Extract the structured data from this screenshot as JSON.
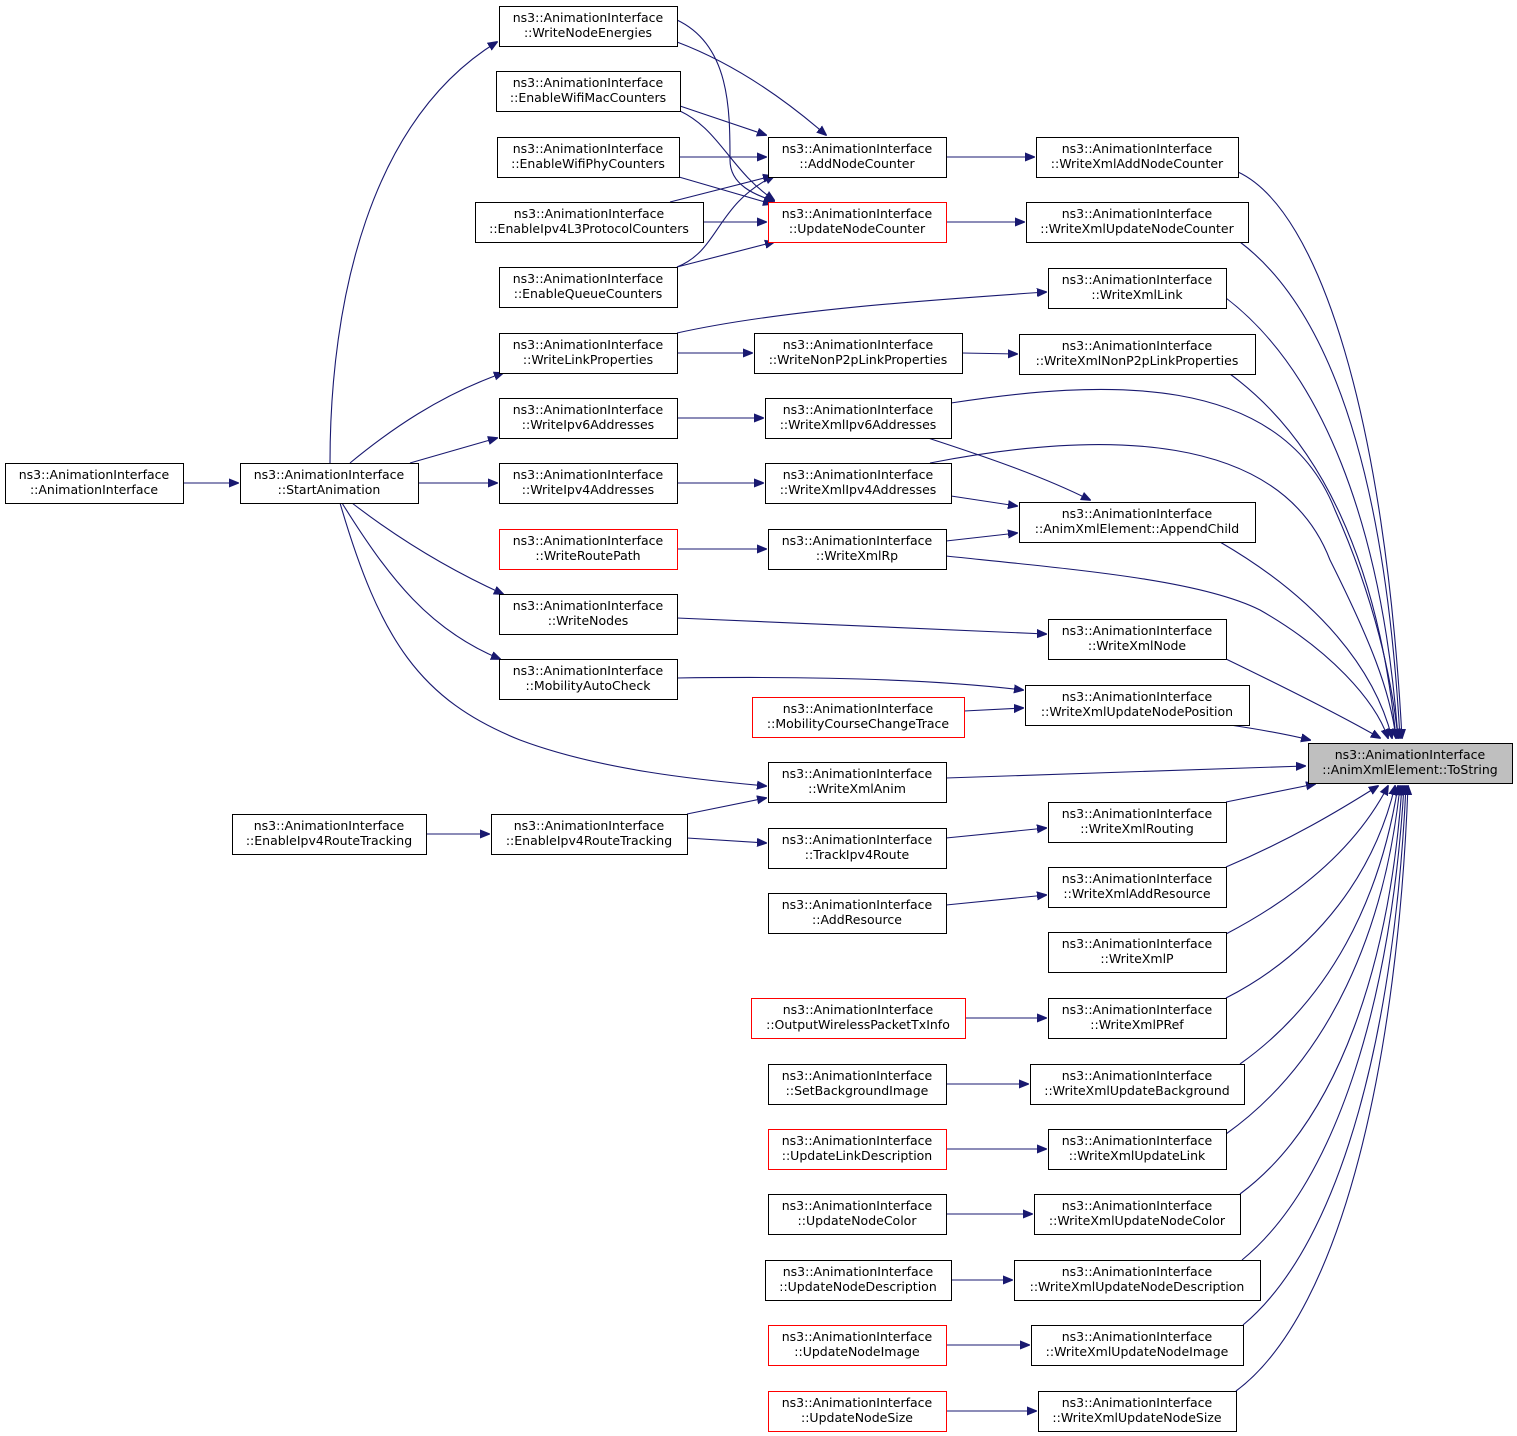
{
  "graph_title": "",
  "nodes": {
    "tostring": {
      "line1": "ns3::AnimationInterface",
      "line2": "::AnimXmlElement::ToString",
      "style": "focus"
    },
    "appendchild": {
      "line1": "ns3::AnimationInterface",
      "line2": "::AnimXmlElement::AppendChild",
      "style": "normal"
    },
    "wx_addnodecounter": {
      "line1": "ns3::AnimationInterface",
      "line2": "::WriteXmlAddNodeCounter",
      "style": "normal"
    },
    "wx_updnodecounter": {
      "line1": "ns3::AnimationInterface",
      "line2": "::WriteXmlUpdateNodeCounter",
      "style": "normal"
    },
    "wx_link": {
      "line1": "ns3::AnimationInterface",
      "line2": "::WriteXmlLink",
      "style": "normal"
    },
    "wx_nonp2p": {
      "line1": "ns3::AnimationInterface",
      "line2": "::WriteXmlNonP2pLinkProperties",
      "style": "normal"
    },
    "wx_node": {
      "line1": "ns3::AnimationInterface",
      "line2": "::WriteXmlNode",
      "style": "normal"
    },
    "wx_updnodepos": {
      "line1": "ns3::AnimationInterface",
      "line2": "::WriteXmlUpdateNodePosition",
      "style": "normal"
    },
    "wx_routing": {
      "line1": "ns3::AnimationInterface",
      "line2": "::WriteXmlRouting",
      "style": "normal"
    },
    "wx_addresource": {
      "line1": "ns3::AnimationInterface",
      "line2": "::WriteXmlAddResource",
      "style": "normal"
    },
    "wx_p": {
      "line1": "ns3::AnimationInterface",
      "line2": "::WriteXmlP",
      "style": "normal"
    },
    "wx_pref": {
      "line1": "ns3::AnimationInterface",
      "line2": "::WriteXmlPRef",
      "style": "normal"
    },
    "wx_updbg": {
      "line1": "ns3::AnimationInterface",
      "line2": "::WriteXmlUpdateBackground",
      "style": "normal"
    },
    "wx_updlink": {
      "line1": "ns3::AnimationInterface",
      "line2": "::WriteXmlUpdateLink",
      "style": "normal"
    },
    "wx_updnodecolor": {
      "line1": "ns3::AnimationInterface",
      "line2": "::WriteXmlUpdateNodeColor",
      "style": "normal"
    },
    "wx_updnodedesc": {
      "line1": "ns3::AnimationInterface",
      "line2": "::WriteXmlUpdateNodeDescription",
      "style": "normal"
    },
    "wx_updnodeimage": {
      "line1": "ns3::AnimationInterface",
      "line2": "::WriteXmlUpdateNodeImage",
      "style": "normal"
    },
    "wx_updnodesize": {
      "line1": "ns3::AnimationInterface",
      "line2": "::WriteXmlUpdateNodeSize",
      "style": "normal"
    },
    "addnodecounter": {
      "line1": "ns3::AnimationInterface",
      "line2": "::AddNodeCounter",
      "style": "normal"
    },
    "updnodecounter": {
      "line1": "ns3::AnimationInterface",
      "line2": "::UpdateNodeCounter",
      "style": "red"
    },
    "writenonp2p": {
      "line1": "ns3::AnimationInterface",
      "line2": "::WriteNonP2pLinkProperties",
      "style": "normal"
    },
    "wx_ipv6": {
      "line1": "ns3::AnimationInterface",
      "line2": "::WriteXmlIpv6Addresses",
      "style": "normal"
    },
    "wx_ipv4": {
      "line1": "ns3::AnimationInterface",
      "line2": "::WriteXmlIpv4Addresses",
      "style": "normal"
    },
    "wx_rp": {
      "line1": "ns3::AnimationInterface",
      "line2": "::WriteXmlRp",
      "style": "normal"
    },
    "mobilitycourse": {
      "line1": "ns3::AnimationInterface",
      "line2": "::MobilityCourseChangeTrace",
      "style": "red"
    },
    "wx_anim": {
      "line1": "ns3::AnimationInterface",
      "line2": "::WriteXmlAnim",
      "style": "normal"
    },
    "trackipv4": {
      "line1": "ns3::AnimationInterface",
      "line2": "::TrackIpv4Route",
      "style": "normal"
    },
    "addresource": {
      "line1": "ns3::AnimationInterface",
      "line2": "::AddResource",
      "style": "normal"
    },
    "outwireless": {
      "line1": "ns3::AnimationInterface",
      "line2": "::OutputWirelessPacketTxInfo",
      "style": "red"
    },
    "setbg": {
      "line1": "ns3::AnimationInterface",
      "line2": "::SetBackgroundImage",
      "style": "normal"
    },
    "updlinkdesc": {
      "line1": "ns3::AnimationInterface",
      "line2": "::UpdateLinkDescription",
      "style": "red"
    },
    "updnodecolor": {
      "line1": "ns3::AnimationInterface",
      "line2": "::UpdateNodeColor",
      "style": "normal"
    },
    "updnodedesc": {
      "line1": "ns3::AnimationInterface",
      "line2": "::UpdateNodeDescription",
      "style": "normal"
    },
    "updnodeimage": {
      "line1": "ns3::AnimationInterface",
      "line2": "::UpdateNodeImage",
      "style": "red"
    },
    "updnodesize": {
      "line1": "ns3::AnimationInterface",
      "line2": "::UpdateNodeSize",
      "style": "red"
    },
    "writenodeenergies": {
      "line1": "ns3::AnimationInterface",
      "line2": "::WriteNodeEnergies",
      "style": "normal"
    },
    "enwifimac": {
      "line1": "ns3::AnimationInterface",
      "line2": "::EnableWifiMacCounters",
      "style": "normal"
    },
    "enwifiphy": {
      "line1": "ns3::AnimationInterface",
      "line2": "::EnableWifiPhyCounters",
      "style": "normal"
    },
    "enipv4l3": {
      "line1": "ns3::AnimationInterface",
      "line2": "::EnableIpv4L3ProtocolCounters",
      "style": "normal"
    },
    "enqueue": {
      "line1": "ns3::AnimationInterface",
      "line2": "::EnableQueueCounters",
      "style": "normal"
    },
    "writelinkprops": {
      "line1": "ns3::AnimationInterface",
      "line2": "::WriteLinkProperties",
      "style": "normal"
    },
    "writeipv6": {
      "line1": "ns3::AnimationInterface",
      "line2": "::WriteIpv6Addresses",
      "style": "normal"
    },
    "writeipv4": {
      "line1": "ns3::AnimationInterface",
      "line2": "::WriteIpv4Addresses",
      "style": "normal"
    },
    "writeroutepath": {
      "line1": "ns3::AnimationInterface",
      "line2": "::WriteRoutePath",
      "style": "red"
    },
    "writenodes": {
      "line1": "ns3::AnimationInterface",
      "line2": "::WriteNodes",
      "style": "normal"
    },
    "mobilityauto": {
      "line1": "ns3::AnimationInterface",
      "line2": "::MobilityAutoCheck",
      "style": "normal"
    },
    "enipv4route_mid": {
      "line1": "ns3::AnimationInterface",
      "line2": "::EnableIpv4RouteTracking",
      "style": "normal"
    },
    "startanim": {
      "line1": "ns3::AnimationInterface",
      "line2": "::StartAnimation",
      "style": "normal"
    },
    "enipv4route_left": {
      "line1": "ns3::AnimationInterface",
      "line2": "::EnableIpv4RouteTracking",
      "style": "normal"
    },
    "animiface": {
      "line1": "ns3::AnimationInterface",
      "line2": "::AnimationInterface",
      "style": "normal"
    }
  },
  "edges": [
    [
      "wx_addnodecounter",
      "tostring"
    ],
    [
      "wx_updnodecounter",
      "tostring"
    ],
    [
      "wx_link",
      "tostring"
    ],
    [
      "wx_nonp2p",
      "tostring"
    ],
    [
      "wx_ipv6",
      "tostring"
    ],
    [
      "wx_ipv4",
      "tostring"
    ],
    [
      "appendchild",
      "tostring"
    ],
    [
      "wx_rp",
      "tostring"
    ],
    [
      "wx_node",
      "tostring"
    ],
    [
      "wx_updnodepos",
      "tostring"
    ],
    [
      "wx_anim",
      "tostring"
    ],
    [
      "wx_routing",
      "tostring"
    ],
    [
      "wx_addresource",
      "tostring"
    ],
    [
      "wx_p",
      "tostring"
    ],
    [
      "wx_pref",
      "tostring"
    ],
    [
      "wx_updbg",
      "tostring"
    ],
    [
      "wx_updlink",
      "tostring"
    ],
    [
      "wx_updnodecolor",
      "tostring"
    ],
    [
      "wx_updnodedesc",
      "tostring"
    ],
    [
      "wx_updnodeimage",
      "tostring"
    ],
    [
      "wx_updnodesize",
      "tostring"
    ],
    [
      "wx_ipv6",
      "appendchild"
    ],
    [
      "wx_ipv4",
      "appendchild"
    ],
    [
      "wx_rp",
      "appendchild"
    ],
    [
      "addnodecounter",
      "wx_addnodecounter"
    ],
    [
      "updnodecounter",
      "wx_updnodecounter"
    ],
    [
      "writelinkprops",
      "wx_link"
    ],
    [
      "writenonp2p",
      "wx_nonp2p"
    ],
    [
      "writenodes",
      "wx_node"
    ],
    [
      "mobilityauto",
      "wx_updnodepos"
    ],
    [
      "mobilitycourse",
      "wx_updnodepos"
    ],
    [
      "trackipv4",
      "wx_routing"
    ],
    [
      "addresource",
      "wx_addresource"
    ],
    [
      "outwireless",
      "wx_pref"
    ],
    [
      "setbg",
      "wx_updbg"
    ],
    [
      "updlinkdesc",
      "wx_updlink"
    ],
    [
      "updnodecolor",
      "wx_updnodecolor"
    ],
    [
      "updnodedesc",
      "wx_updnodedesc"
    ],
    [
      "updnodeimage",
      "wx_updnodeimage"
    ],
    [
      "updnodesize",
      "wx_updnodesize"
    ],
    [
      "writenodeenergies",
      "addnodecounter"
    ],
    [
      "enwifimac",
      "addnodecounter"
    ],
    [
      "enwifiphy",
      "addnodecounter"
    ],
    [
      "enipv4l3",
      "addnodecounter"
    ],
    [
      "enqueue",
      "addnodecounter"
    ],
    [
      "writenodeenergies",
      "updnodecounter"
    ],
    [
      "enwifimac",
      "updnodecounter"
    ],
    [
      "enwifiphy",
      "updnodecounter"
    ],
    [
      "enipv4l3",
      "updnodecounter"
    ],
    [
      "enqueue",
      "updnodecounter"
    ],
    [
      "writelinkprops",
      "writenonp2p"
    ],
    [
      "writeipv6",
      "wx_ipv6"
    ],
    [
      "writeipv4",
      "wx_ipv4"
    ],
    [
      "writeroutepath",
      "wx_rp"
    ],
    [
      "startanim",
      "wx_anim"
    ],
    [
      "enipv4route_mid",
      "wx_anim"
    ],
    [
      "enipv4route_mid",
      "trackipv4"
    ],
    [
      "startanim",
      "writenodeenergies"
    ],
    [
      "startanim",
      "writelinkprops"
    ],
    [
      "startanim",
      "writeipv6"
    ],
    [
      "startanim",
      "writeipv4"
    ],
    [
      "startanim",
      "writenodes"
    ],
    [
      "startanim",
      "mobilityauto"
    ],
    [
      "enipv4route_left",
      "enipv4route_mid"
    ],
    [
      "animiface",
      "startanim"
    ]
  ]
}
